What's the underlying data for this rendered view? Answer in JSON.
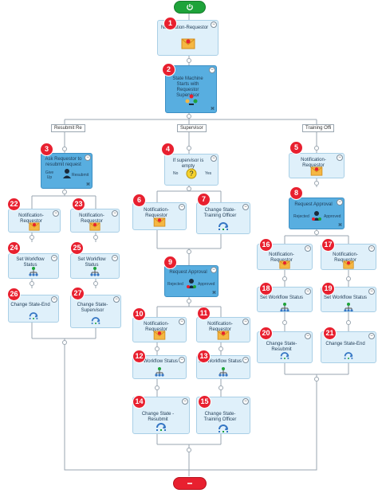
{
  "start_node": {
    "icon": "power-icon"
  },
  "end_node": {
    "icon": "minus-icon"
  },
  "option_glyph": "−",
  "corner_glyph": "⌘",
  "branches": {
    "left": "Resubmit Re",
    "center": "Supervisor",
    "right": "Training Offi"
  },
  "steps": {
    "s1": {
      "badge": "1",
      "title": "Notification-Requestor",
      "icon": "envelope-icon"
    },
    "s2": {
      "badge": "2",
      "title": "State Machine Starts with Requestor Supervisor",
      "icon": "people-group-icon"
    },
    "s3": {
      "badge": "3",
      "title": "Ask Requestor to resubmit request",
      "icon": "person-icon",
      "left_label": "Give Up",
      "right_label": "Resubmit"
    },
    "s4": {
      "badge": "4",
      "title": "If supervisor is empty",
      "icon": "question-icon",
      "left_label": "No",
      "right_label": "Yes"
    },
    "s5": {
      "badge": "5",
      "title": "Notification-Requestor",
      "icon": "envelope-icon"
    },
    "s6": {
      "badge": "6",
      "title": "Notification-Requestor",
      "icon": "envelope-icon"
    },
    "s7": {
      "badge": "7",
      "title": "Change State-Training Officer",
      "icon": "state-arrow-icon"
    },
    "s8": {
      "badge": "8",
      "title": "Request Approval",
      "icon": "person-icon",
      "left_label": "Rejected",
      "right_label": "Approved"
    },
    "s9": {
      "badge": "9",
      "title": "Request Approval",
      "icon": "person-icon",
      "left_label": "Rejected",
      "right_label": "Approved"
    },
    "s10": {
      "badge": "10",
      "title": "Notification-Requestor",
      "icon": "envelope-icon"
    },
    "s11": {
      "badge": "11",
      "title": "Notification-Requestor",
      "icon": "envelope-icon"
    },
    "s12": {
      "badge": "12",
      "title": "Set Workflow Status",
      "icon": "hierarchy-icon"
    },
    "s13": {
      "badge": "13",
      "title": "Set Workflow Status",
      "icon": "hierarchy-icon"
    },
    "s14": {
      "badge": "14",
      "title": "Change State - Resubmit",
      "icon": "state-arrow-icon"
    },
    "s15": {
      "badge": "15",
      "title": "Change State-Training Officer",
      "icon": "state-arrow-icon"
    },
    "s16": {
      "badge": "16",
      "title": "Notification-Requestor",
      "icon": "envelope-icon"
    },
    "s17": {
      "badge": "17",
      "title": "Notification-Requestor",
      "icon": "envelope-icon"
    },
    "s18": {
      "badge": "18",
      "title": "Set Workflow Status",
      "icon": "hierarchy-icon"
    },
    "s19": {
      "badge": "19",
      "title": "Set Workflow Status",
      "icon": "hierarchy-icon"
    },
    "s20": {
      "badge": "20",
      "title": "Change State-Resubmit",
      "icon": "state-arrow-icon"
    },
    "s21": {
      "badge": "21",
      "title": "Change State-End",
      "icon": "state-arrow-icon"
    },
    "s22": {
      "badge": "22",
      "title": "Notification-Requestor",
      "icon": "envelope-icon"
    },
    "s23": {
      "badge": "23",
      "title": "Notification-Requestor",
      "icon": "envelope-icon"
    },
    "s24": {
      "badge": "24",
      "title": "Set Workflow Status",
      "icon": "hierarchy-icon"
    },
    "s25": {
      "badge": "25",
      "title": "Set Workflow Status",
      "icon": "hierarchy-icon"
    },
    "s26": {
      "badge": "26",
      "title": "Change State-End",
      "icon": "state-arrow-icon"
    },
    "s27": {
      "badge": "27",
      "title": "Change State-Supervisor",
      "icon": "state-arrow-icon"
    }
  }
}
